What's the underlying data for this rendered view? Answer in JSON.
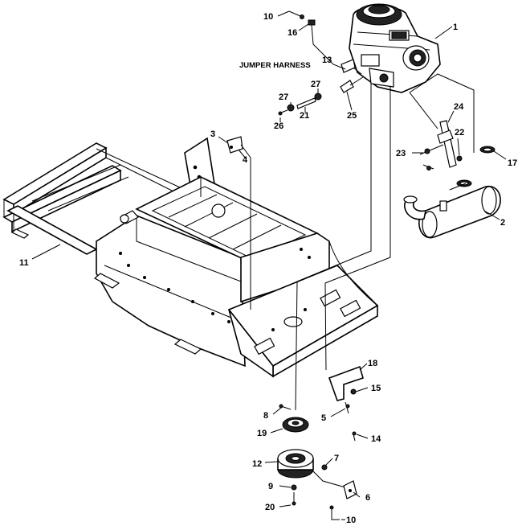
{
  "callouts": [
    {
      "id": "c1",
      "text": "1"
    },
    {
      "id": "c2",
      "text": "2"
    },
    {
      "id": "c3",
      "text": "3"
    },
    {
      "id": "c4",
      "text": "4"
    },
    {
      "id": "c5",
      "text": "5"
    },
    {
      "id": "c6",
      "text": "6"
    },
    {
      "id": "c7",
      "text": "7"
    },
    {
      "id": "c8",
      "text": "8"
    },
    {
      "id": "c9",
      "text": "9"
    },
    {
      "id": "c10a",
      "text": "10"
    },
    {
      "id": "c10b",
      "text": "10"
    },
    {
      "id": "c11",
      "text": "11"
    },
    {
      "id": "c12",
      "text": "12"
    },
    {
      "id": "c13",
      "text": "13"
    },
    {
      "id": "c14",
      "text": "14"
    },
    {
      "id": "c15",
      "text": "15"
    },
    {
      "id": "c16",
      "text": "16"
    },
    {
      "id": "c17",
      "text": "17"
    },
    {
      "id": "c18",
      "text": "18"
    },
    {
      "id": "c19",
      "text": "19"
    },
    {
      "id": "c20",
      "text": "20"
    },
    {
      "id": "c21",
      "text": "21"
    },
    {
      "id": "c22",
      "text": "22"
    },
    {
      "id": "c23",
      "text": "23"
    },
    {
      "id": "c24",
      "text": "24"
    },
    {
      "id": "c25",
      "text": "25"
    },
    {
      "id": "c26",
      "text": "26"
    },
    {
      "id": "c27a",
      "text": "27"
    },
    {
      "id": "c27b",
      "text": "27"
    }
  ],
  "labels": {
    "jumper_harness": "JUMPER HARNESS"
  }
}
